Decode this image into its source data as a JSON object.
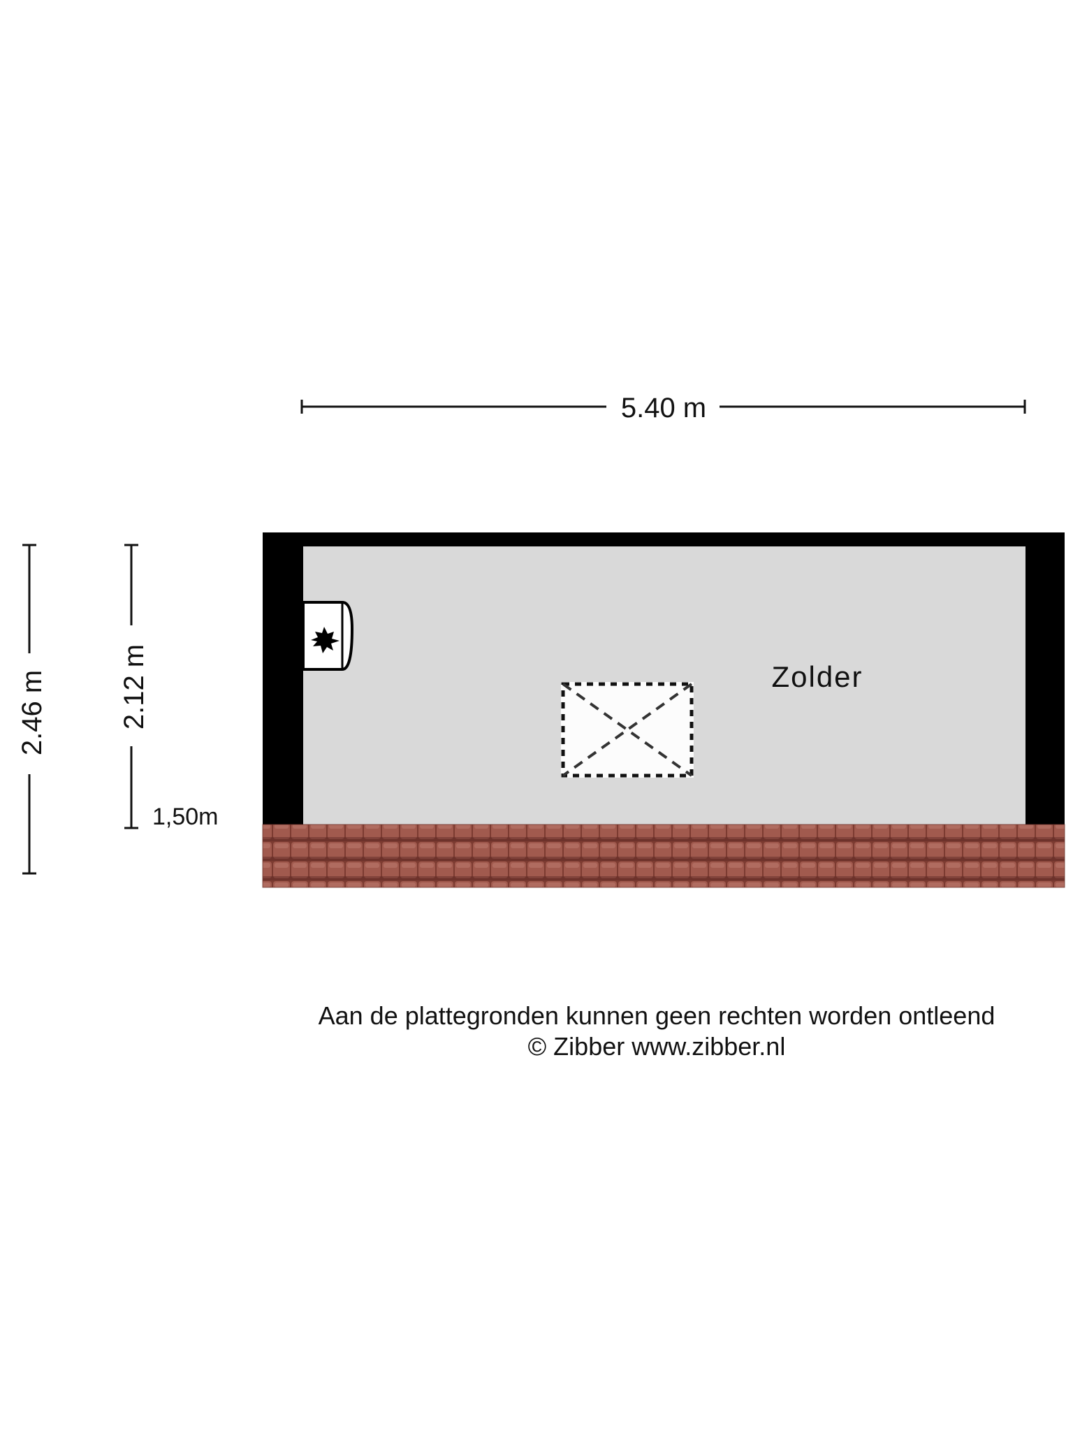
{
  "plan": {
    "room_name": "Zolder",
    "width_dimension": "5.40 m",
    "height_dimension_outer": "2.46 m",
    "height_dimension_inner": "2.12 m",
    "knee_wall_height": "1,50m",
    "fixtures": [
      "boiler-icon",
      "roof-hatch-icon"
    ],
    "colors": {
      "wall": "#000000",
      "floor": "#d9d9d9",
      "roof_tiles": "#8b4a3f",
      "text": "#111111"
    }
  },
  "footer": {
    "disclaimer": "Aan de plattegronden kunnen geen rechten worden ontleend",
    "copyright": "© Zibber www.zibber.nl"
  }
}
